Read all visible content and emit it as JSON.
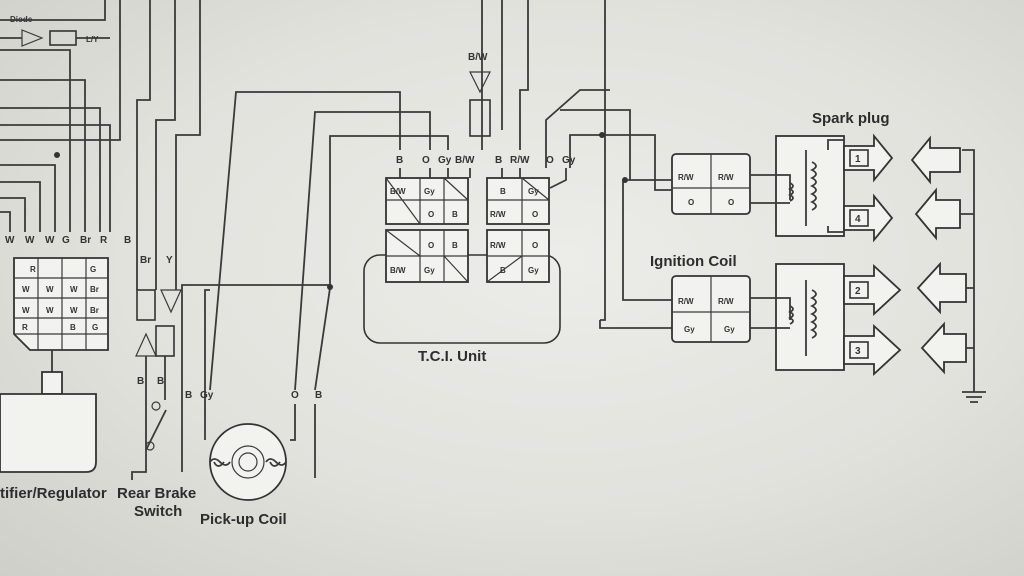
{
  "captions": {
    "rectifier": "tifier/Regulator",
    "rear_brake_1": "Rear Brake",
    "rear_brake_2": "Switch",
    "pickup_coil": "Pick-up Coil",
    "tci_unit": "T.C.I. Unit",
    "ignition_coil": "Ignition Coil",
    "spark_plug": "Spark plug",
    "diode": "Diode"
  },
  "wire_codes": {
    "B": "B",
    "O": "O",
    "Gy": "Gy",
    "BW": "B/W",
    "RW": "R/W",
    "W": "W",
    "G": "G",
    "Br": "Br",
    "Y": "Y",
    "R": "R",
    "LY": "L/Y"
  },
  "plug_numbers": [
    "1",
    "4",
    "2",
    "3"
  ],
  "colors": {
    "ink": "#333333",
    "paper": "#e8e8e4"
  }
}
